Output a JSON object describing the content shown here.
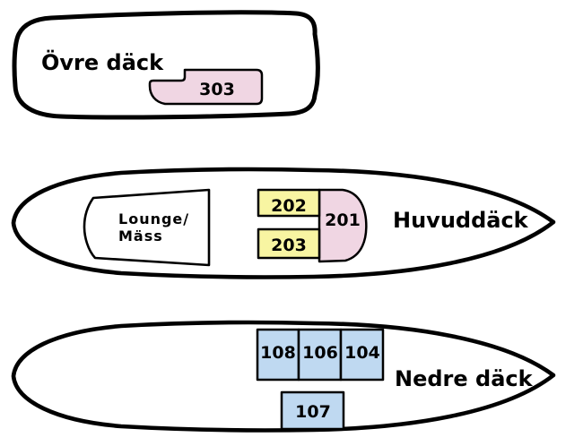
{
  "colors": {
    "cabin_pink": "#F0D6E3",
    "cabin_yellow": "#F8F5A2",
    "cabin_blue": "#BFD9F1",
    "outline": "#000000",
    "background": "#FFFFFF"
  },
  "decks": {
    "upper": {
      "label": "Övre däck",
      "cabins": {
        "c303": "303"
      }
    },
    "main": {
      "label": "Huvuddäck",
      "lounge": {
        "line1": "Lounge/",
        "line2": "Mäss"
      },
      "cabins": {
        "c201": "201",
        "c202": "202",
        "c203": "203"
      }
    },
    "lower": {
      "label": "Nedre däck",
      "cabins": {
        "c108": "108",
        "c106": "106",
        "c104": "104",
        "c107": "107"
      }
    }
  }
}
